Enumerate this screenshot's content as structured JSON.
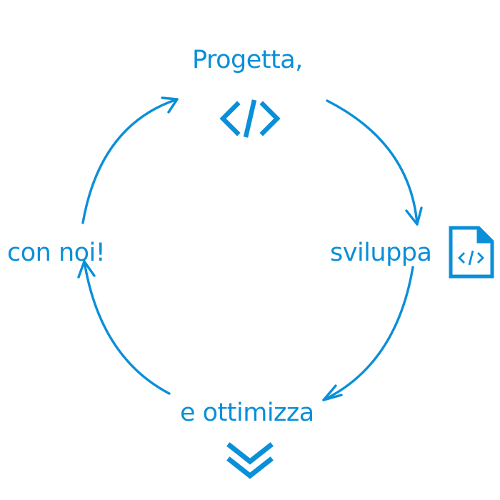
{
  "theme": {
    "accent_color": "#0a8fd8",
    "background_color": "#ffffff"
  },
  "cycle": {
    "steps": [
      {
        "label": "Progetta,",
        "icon": "code-icon"
      },
      {
        "label": "sviluppa",
        "icon": "file-code-icon"
      },
      {
        "label": "e ottimizza",
        "icon": "double-chevron-down-icon"
      },
      {
        "label": "con noi!",
        "icon": ""
      }
    ],
    "arrow_direction": "clockwise"
  }
}
